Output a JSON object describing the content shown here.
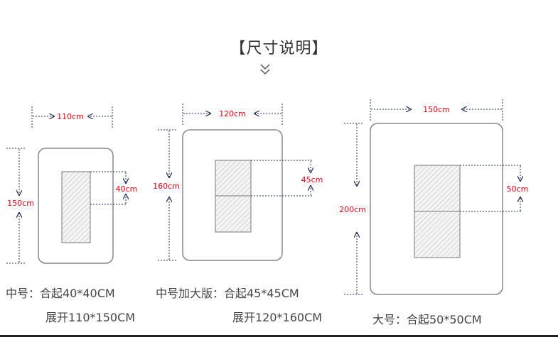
{
  "title": "【尺寸说明】",
  "colors": {
    "dimension_label": "#e60012",
    "outline": "#888888",
    "dashed": "#1f2d5a"
  },
  "items": [
    {
      "dimensions": {
        "width": "110cm",
        "height": "150cm",
        "fold": "40cm"
      },
      "caption1": "中号：合起40*40CM",
      "caption2": "展开110*150CM"
    },
    {
      "dimensions": {
        "width": "120cm",
        "height": "160cm",
        "fold": "45cm"
      },
      "caption1": "中号加大版：合起45*45CM",
      "caption2": "展开120*160CM"
    },
    {
      "dimensions": {
        "width": "150cm",
        "height": "200cm",
        "fold": "50cm"
      },
      "caption1": "大号：合起50*50CM",
      "caption2": ""
    }
  ]
}
